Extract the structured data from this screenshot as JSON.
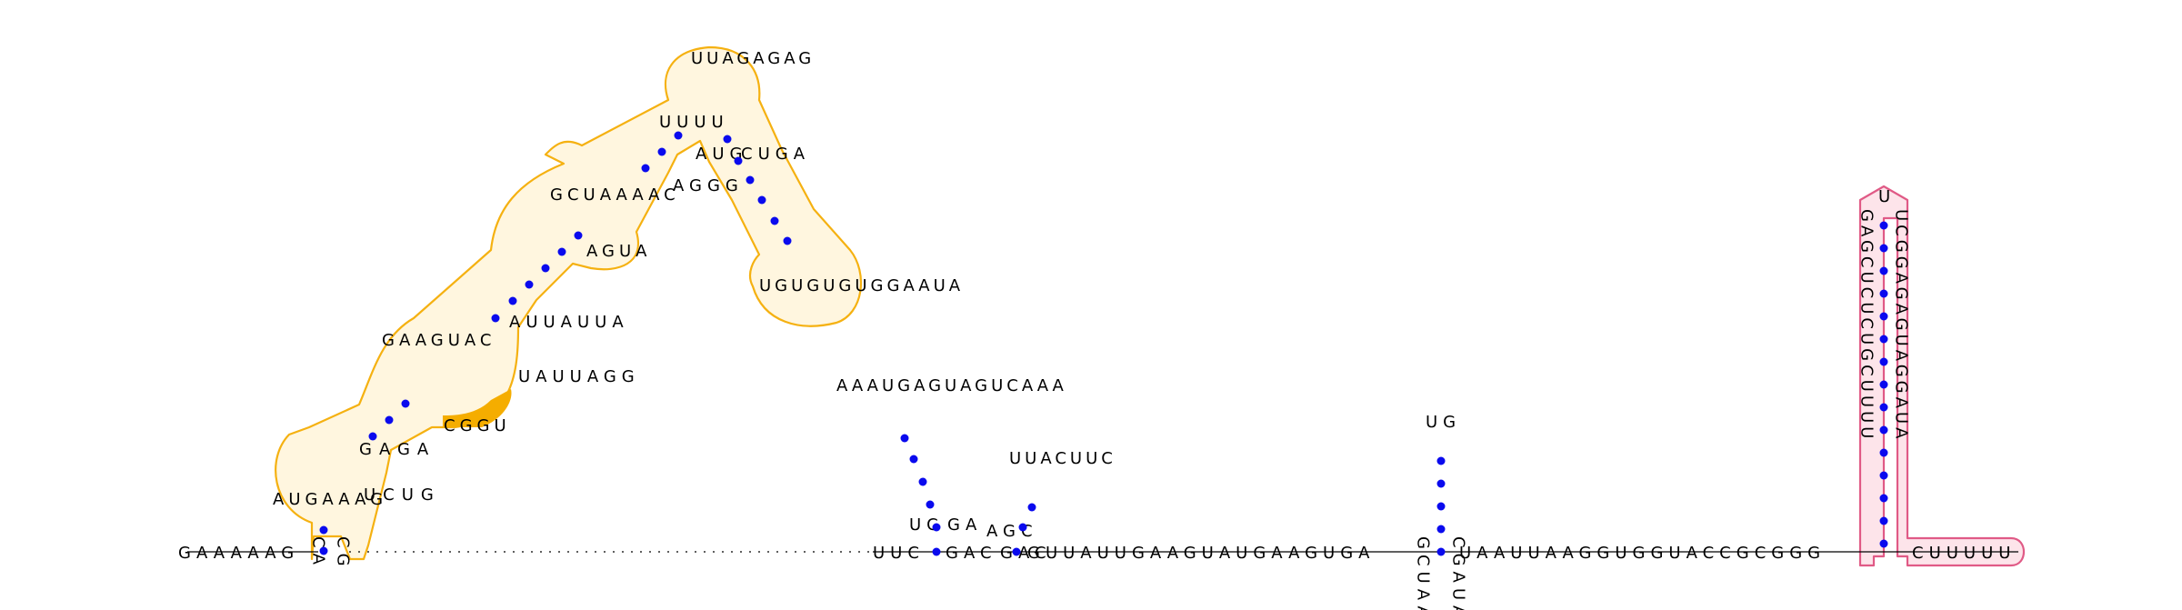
{
  "colors": {
    "base_pair_dot": "#0a0aee",
    "outline_orange": "#f5b111",
    "fill_orange": "#fff6df",
    "highlight_orange": "#f5ad00",
    "outline_pink": "#e05a86",
    "fill_pink": "#fde4ea"
  },
  "sequence_5prime": "GAAAAAG",
  "structure_1_orange": {
    "stem_a_left": "CA",
    "stem_a_right": "CG",
    "loop_a": "AUGAAAG",
    "stem_b_left": "GAGA",
    "stem_b_right": "UCUG",
    "highlighted": "CGGU",
    "loop_b": "GAAGUAC",
    "stem_c_left": "AUUAUUA",
    "stem_c_right": "UAUUAGG",
    "loop_c": "GCUAAAAC",
    "loop_c_inner": "AGUA",
    "stem_d_left": "UUUU",
    "stem_d_right": "AGGG",
    "loop_d": "UUAGAGAG",
    "stem_e_left": "AUG",
    "stem_e_right": "CUGA",
    "loop_e": "UGUGUGUGGAAUA"
  },
  "structure_2": {
    "stem": [
      "UC",
      "GA"
    ],
    "loop": "AAAUGAGUAGUCAAA"
  },
  "structure_3": {
    "stem": [
      "AGC",
      "GAC"
    ],
    "loop": "UUACUUC"
  },
  "structure_4": {
    "stem_left": "GCUAA",
    "stem_right": "CGAUA",
    "loop": "UG"
  },
  "structure_5_pink": {
    "stem_left": "GAGCUCUCUGCUUUU",
    "stem_right": "UCGGAGAGUAGGAUA",
    "loop": "U",
    "tail": "CUUUUU"
  },
  "linker_1": "UUC",
  "linker_2": "GAC",
  "linker_3": "GUUAUUGAAGUAUGAAGUGA",
  "linker_4": "UAAUUAAGGUGGUACCGCGGG"
}
